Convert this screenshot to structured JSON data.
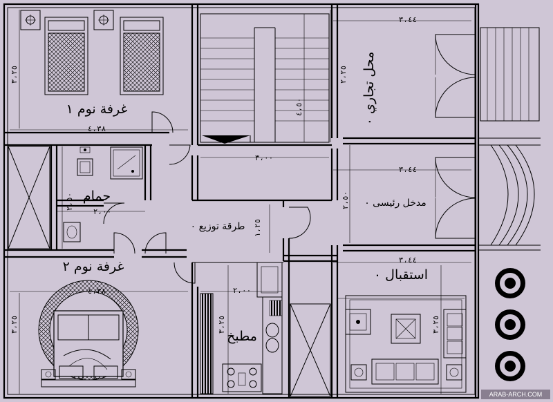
{
  "rooms": {
    "bedroom1": "غرفة نوم ١",
    "shop": "محل تجاري ٠",
    "bathroom": "حمام",
    "corridor": "طرقة توزيع ٠",
    "entrance": "مدخل رئيسى ٠",
    "bedroom2": "غرفة نوم ٢",
    "reception": "استقبال ٠",
    "kitchen": "مطبخ"
  },
  "dimensions": {
    "bedroom1_height": "٣،٢٥",
    "bedroom1_width": "٤،٣٨",
    "stair_width": "٣،٠٠",
    "stair_height": "٤،٥٠",
    "shop_width": "٣،٤٤",
    "shop_height": "٢،٢٥",
    "entrance_width": "٣،٤٤",
    "entrance_height": "٢،٥٠",
    "bath_width": "٢،٠٠",
    "bath_height": "٢،٥٠",
    "corridor_height": "١،٢٥",
    "reception_width": "٣،٤٤",
    "reception_height": "٣،٢٥",
    "kitchen_width": "٢،٠٠",
    "kitchen_height": "٣،٢٥",
    "bedroom2_width": "٤،٣٨",
    "bedroom2_height": "٣،٢٥"
  },
  "watermark": "ARAB-ARCH.COM",
  "colors": {
    "background": "#cfc6d6",
    "ink": "#000000"
  }
}
